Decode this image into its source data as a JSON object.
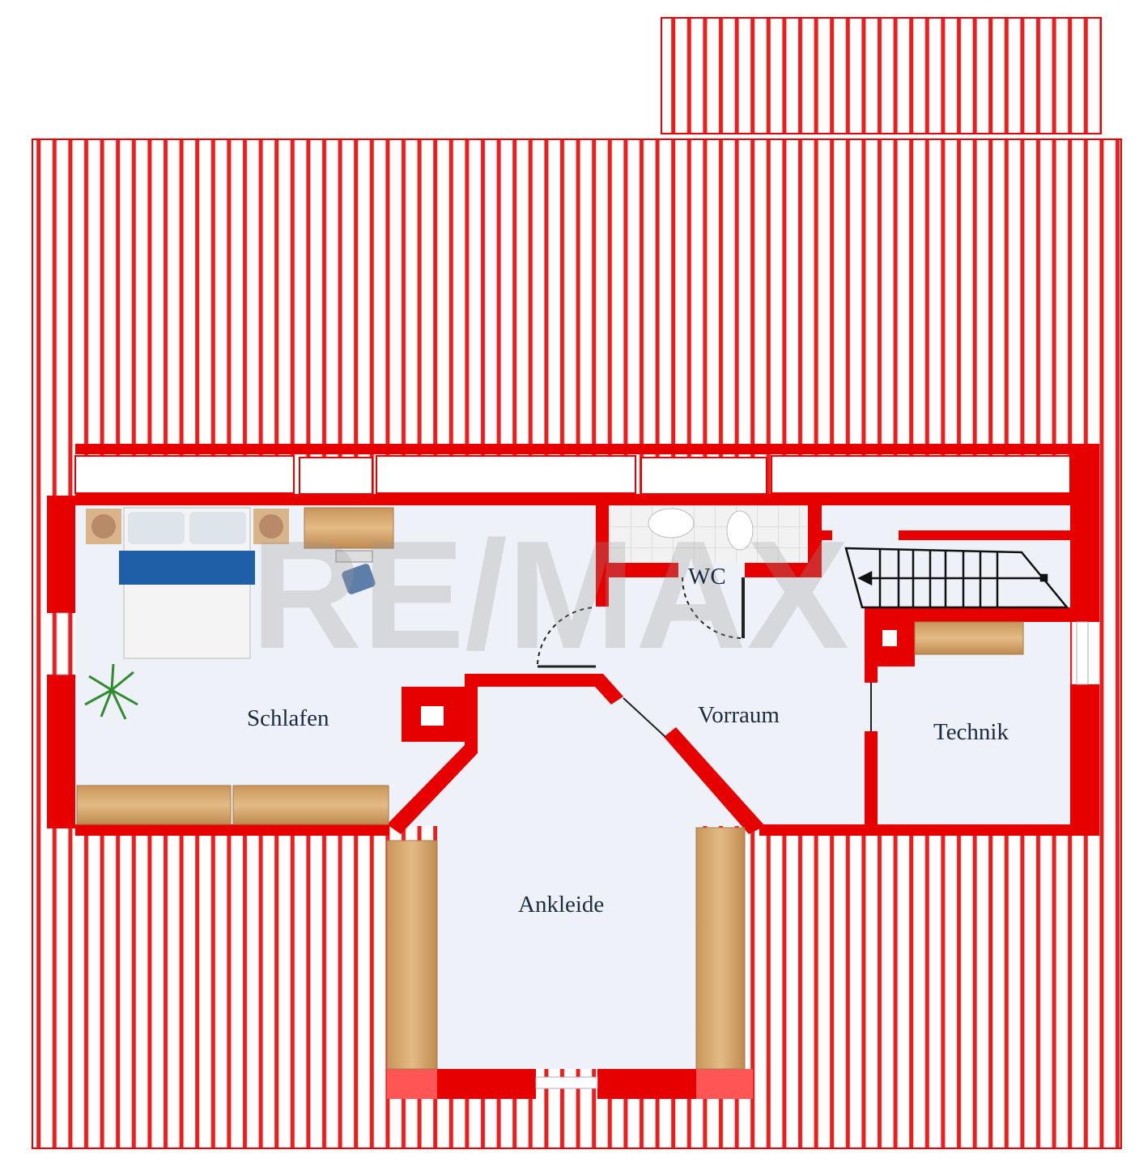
{
  "plan": {
    "rooms": {
      "schlafen": "Schlafen",
      "wc": "WC",
      "vorraum": "Vorraum",
      "technik": "Technik",
      "ankleide": "Ankleide"
    },
    "watermark": "RE/MAX"
  },
  "colors": {
    "wall": "#e60000",
    "floor": "#eef1f7",
    "wood": "#d6a86a",
    "bed_cover": "#1f5fa8",
    "text": "#1c2c40"
  }
}
